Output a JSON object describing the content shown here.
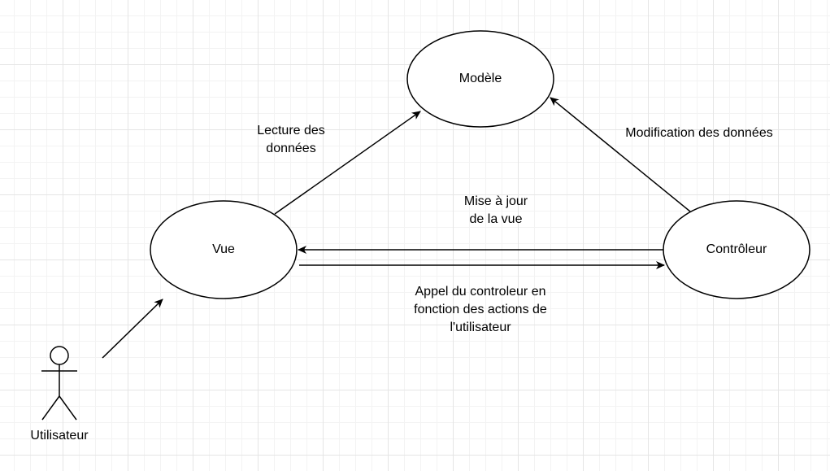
{
  "nodes": {
    "modele": "Modèle",
    "vue": "Vue",
    "controleur": "Contrôleur",
    "actor": "Utilisateur"
  },
  "edges": {
    "vue_to_modele": "Lecture des données",
    "controleur_to_modele": "Modification des données",
    "controleur_to_vue": "Mise à jour de la vue",
    "vue_to_controleur": "Appel du controleur en fonction des actions de l'utilisateur"
  },
  "colors": {
    "stroke": "#000000",
    "fill": "#ffffff",
    "grid": "#e5e5e5"
  }
}
